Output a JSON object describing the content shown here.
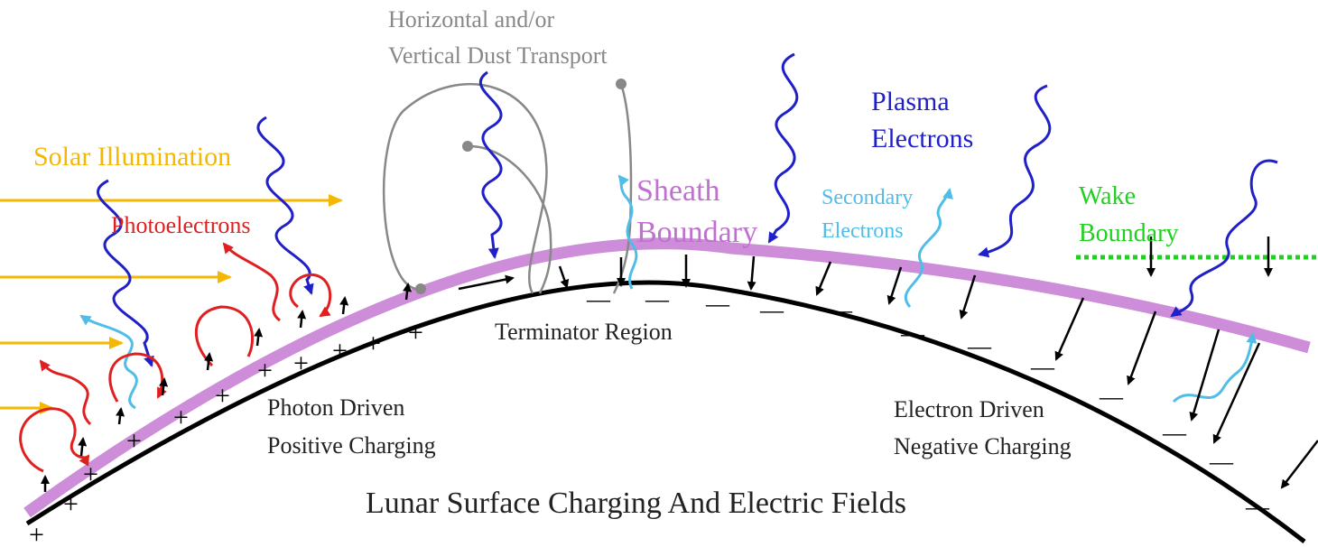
{
  "labels": {
    "transport_line1": "Horizontal and/or",
    "transport_line2": "Vertical Dust Transport",
    "solar": "Solar Illumination",
    "photoelectrons": "Photoelectrons",
    "sheath_line1": "Sheath",
    "sheath_line2": "Boundary",
    "plasma_line1": "Plasma",
    "plasma_line2": "Electrons",
    "secondary_line1": "Secondary",
    "secondary_line2": "Electrons",
    "wake_line1": "Wake",
    "wake_line2": "Boundary",
    "terminator": "Terminator Region",
    "photon_line1": "Photon Driven",
    "photon_line2": "Positive Charging",
    "electron_line1": "Electron Driven",
    "electron_line2": "Negative Charging",
    "title": "Lunar Surface Charging And Electric Fields"
  },
  "colors": {
    "solar": "#f5b800",
    "photo": "#e02020",
    "plasma": "#2020c8",
    "secondary": "#50bde8",
    "sheath": "#c070d0",
    "wake": "#20d020",
    "dust": "#888888",
    "surface": "#000000"
  },
  "surface_signs": {
    "positive": "+",
    "negative": "—"
  }
}
